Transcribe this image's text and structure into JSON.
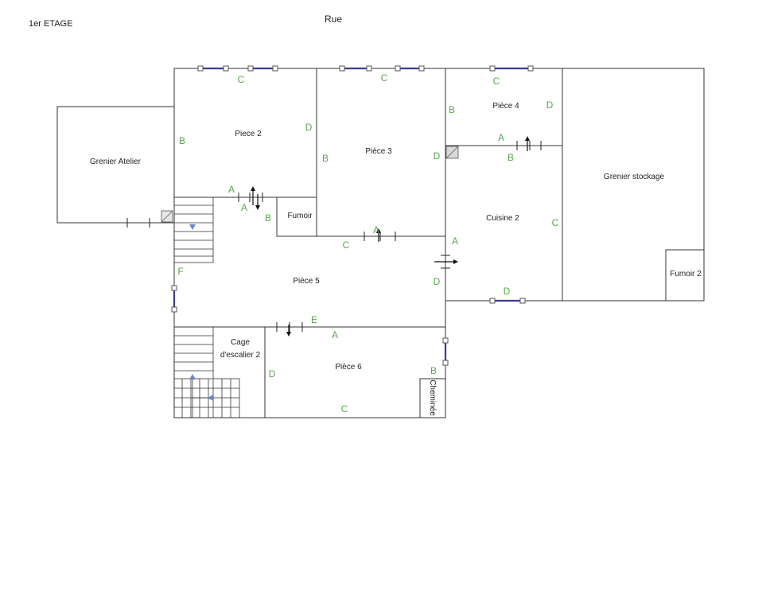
{
  "header": {
    "floor": "1er ETAGE",
    "street": "Rue"
  },
  "rooms": {
    "grenier_atelier": "Grenier Atelier",
    "piece2": "Piece 2",
    "piece3": "Pièce 3",
    "piece4": "Pièce 4",
    "grenier_stockage": "Grenier stockage",
    "fumoir": "Fumoir",
    "cuisine2": "Cuisine 2",
    "fumoir2": "Fumoir 2",
    "piece5": "Pièce 5",
    "cage_line1": "Cage",
    "cage_line2": "d'escalier 2",
    "piece6": "Pièce 6",
    "cheminee": "Cheminée"
  },
  "wall_letters": {
    "p2_c": "C",
    "p2_b": "B",
    "p2_d": "D",
    "p2_a1": "A",
    "p2_a2": "A",
    "p2_b2": "B",
    "p3_c": "C",
    "p3_b": "B",
    "p3_d": "D",
    "p3_a": "A",
    "p4_c": "C",
    "p4_b": "B",
    "p4_d": "D",
    "p4_a": "A",
    "cu_b": "B",
    "cu_c": "C",
    "cu_a": "A",
    "cu_d1": "D",
    "cu_d2": "D",
    "p5_c": "C",
    "p5_f": "F",
    "p5_e": "E",
    "p6_a": "A",
    "p6_d": "D",
    "p6_b": "B",
    "p6_c": "C"
  },
  "colors": {
    "wall": "#333333",
    "letter": "#5aa64f",
    "window": "#3b3b8f",
    "stair_arrow": "#6a86c8"
  }
}
